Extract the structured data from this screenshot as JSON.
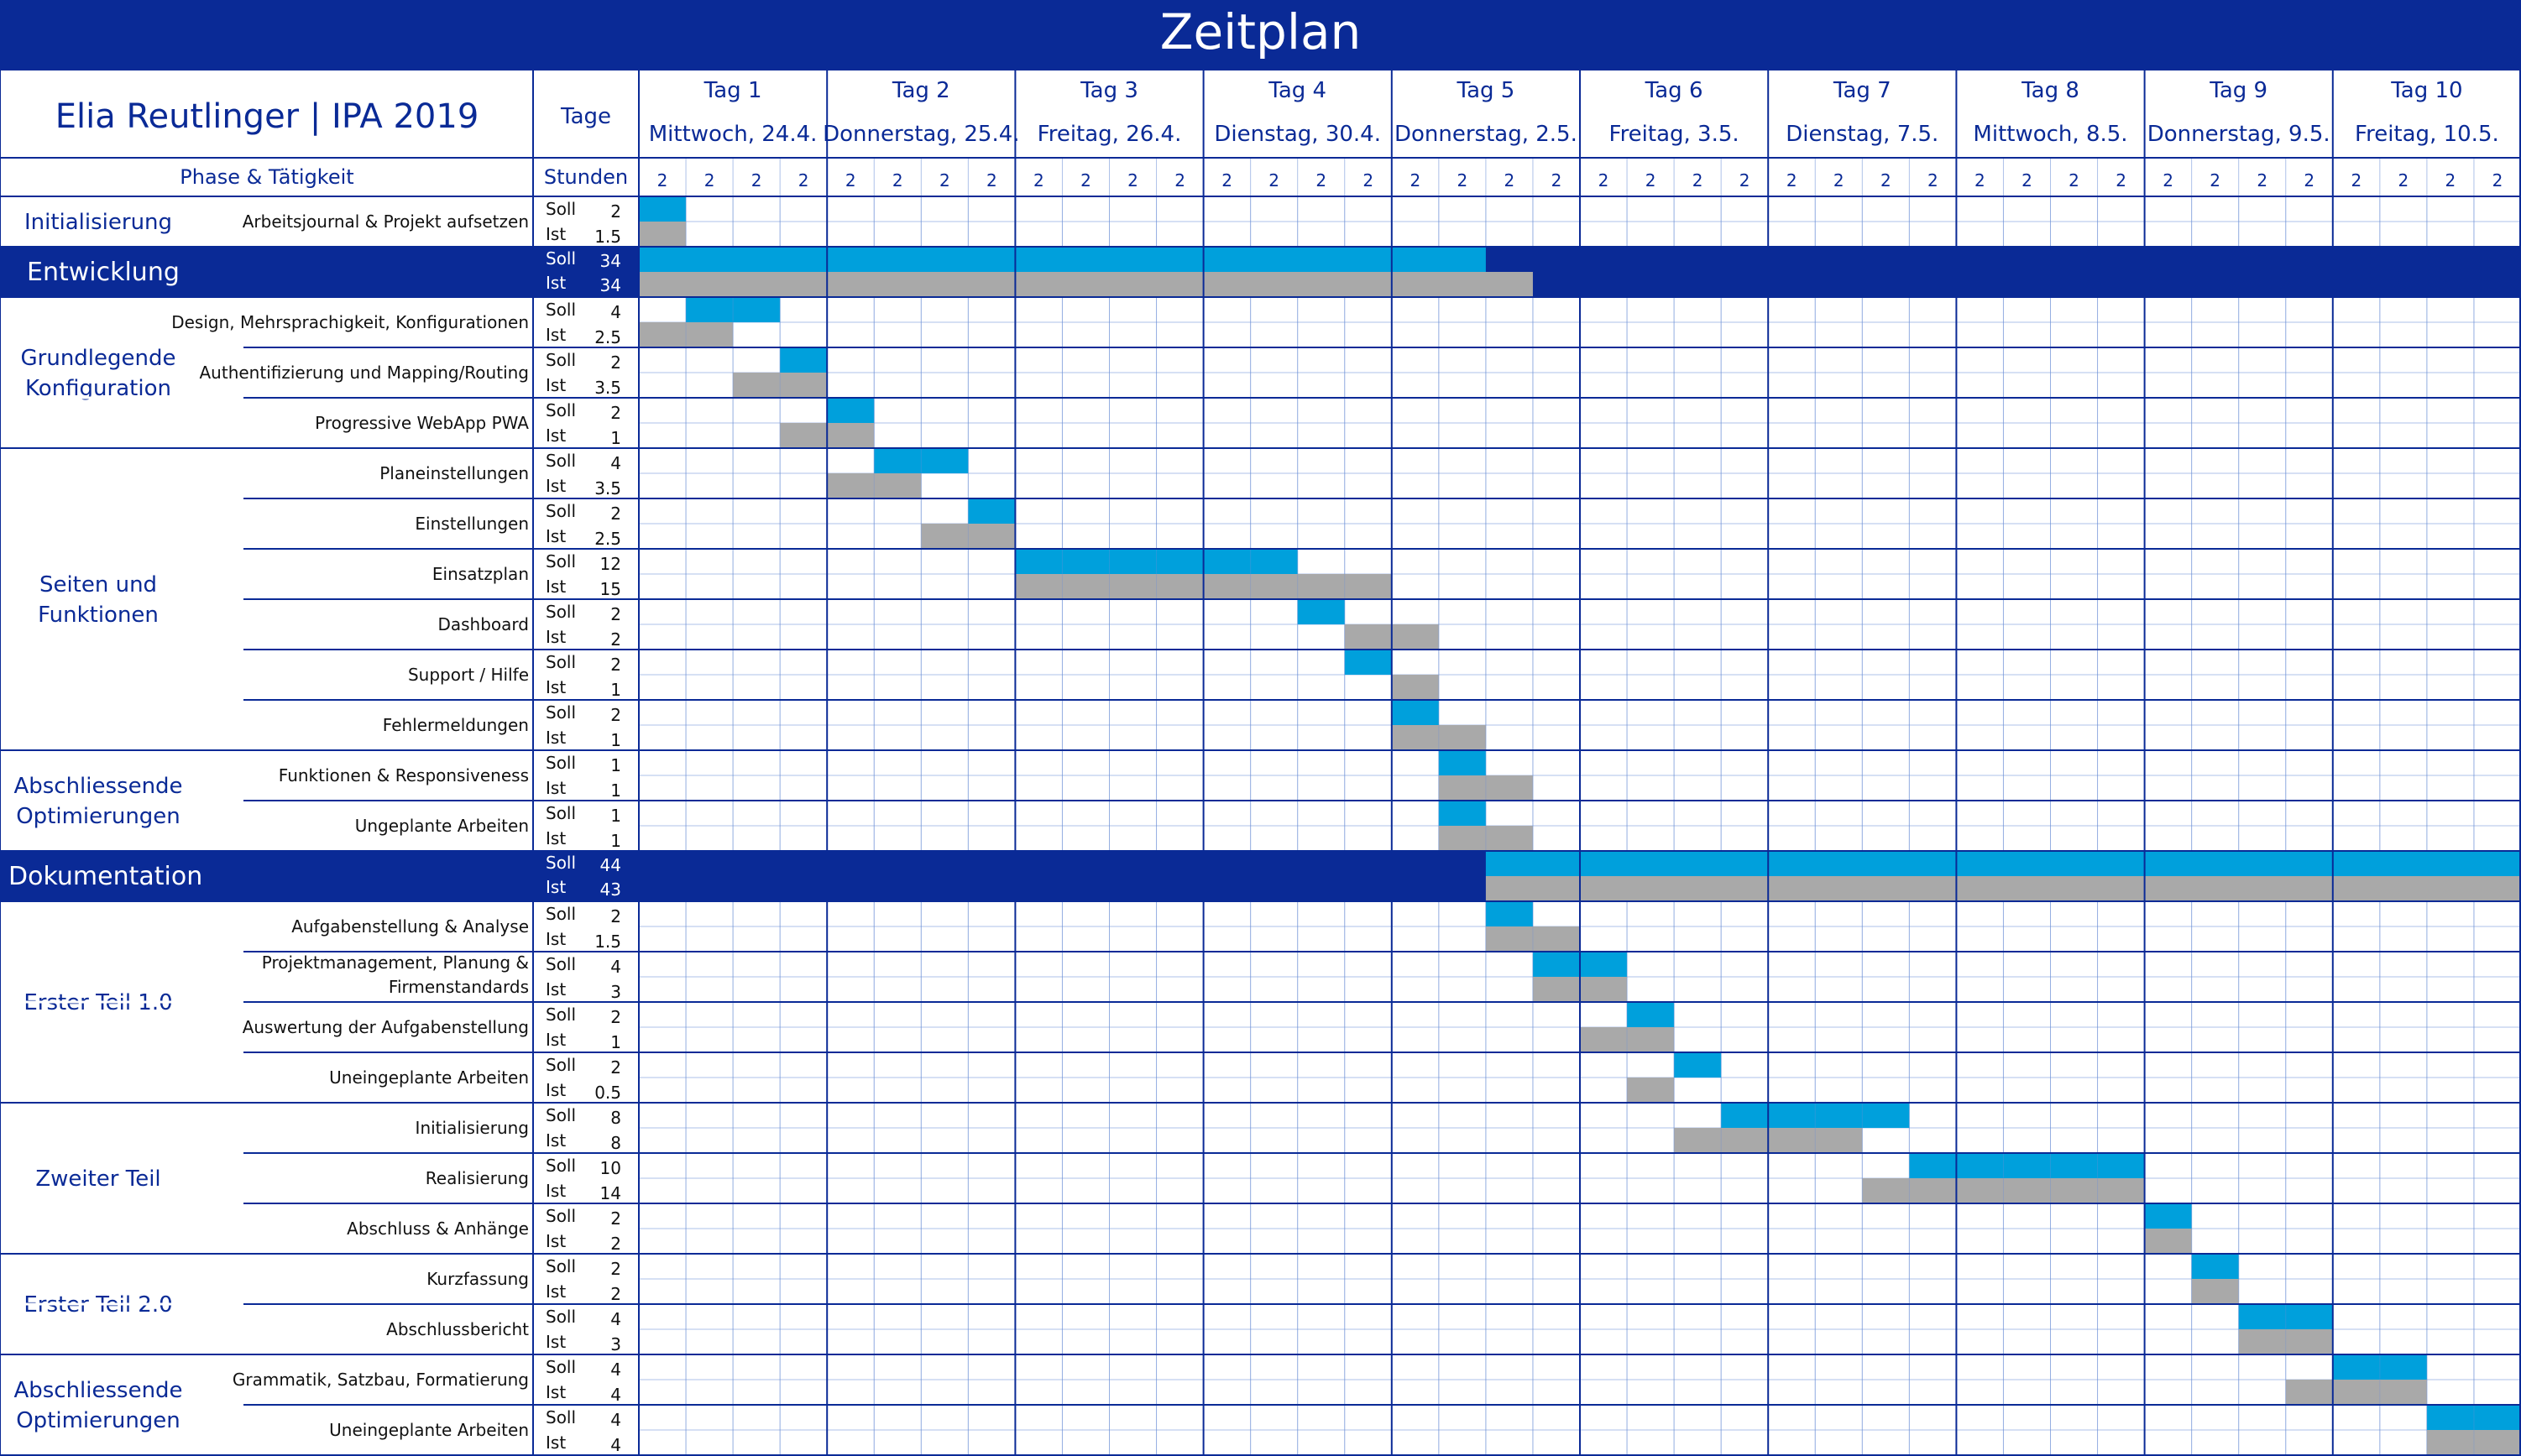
{
  "title": "Zeitplan",
  "author": "Elia Reutlinger | IPA 2019",
  "labels": {
    "tage": "Tage",
    "phase": "Phase & Tätigkeit",
    "stunden": "Stunden",
    "soll": "Soll",
    "ist": "Ist"
  },
  "days": [
    {
      "tag": "Tag 1",
      "date": "Mittwoch, 24.4.",
      "hours": [
        "2",
        "2",
        "2",
        "2"
      ]
    },
    {
      "tag": "Tag 2",
      "date": "Donnerstag, 25.4.",
      "hours": [
        "2",
        "2",
        "2",
        "2"
      ]
    },
    {
      "tag": "Tag 3",
      "date": "Freitag, 26.4.",
      "hours": [
        "2",
        "2",
        "2",
        "2"
      ]
    },
    {
      "tag": "Tag 4",
      "date": "Dienstag, 30.4.",
      "hours": [
        "2",
        "2",
        "2",
        "2"
      ]
    },
    {
      "tag": "Tag 5",
      "date": "Donnerstag, 2.5.",
      "hours": [
        "2",
        "2",
        "2",
        "2"
      ]
    },
    {
      "tag": "Tag 6",
      "date": "Freitag, 3.5.",
      "hours": [
        "2",
        "2",
        "2",
        "2"
      ]
    },
    {
      "tag": "Tag 7",
      "date": "Dienstag, 7.5.",
      "hours": [
        "2",
        "2",
        "2",
        "2"
      ]
    },
    {
      "tag": "Tag 8",
      "date": "Mittwoch, 8.5.",
      "hours": [
        "2",
        "2",
        "2",
        "2"
      ]
    },
    {
      "tag": "Tag 9",
      "date": "Donnerstag, 9.5.",
      "hours": [
        "2",
        "2",
        "2",
        "2"
      ]
    },
    {
      "tag": "Tag 10",
      "date": "Freitag, 10.5.",
      "hours": [
        "2",
        "2",
        "2",
        "2"
      ]
    }
  ],
  "colors": {
    "header_blue": "#0a2a96",
    "soll_bar": "#00a0dc",
    "ist_bar": "#a9a9a9",
    "grid": "#6b8fd6"
  },
  "rows": [
    {
      "type": "task",
      "group": "Initialisierung",
      "name": "Arbeitsjournal & Projekt aufsetzen",
      "soll": "2",
      "ist": "1.5",
      "soll_slots": [
        0,
        1
      ],
      "ist_slots": [
        0,
        1
      ]
    },
    {
      "type": "phase",
      "name": "Entwicklung",
      "soll": "34",
      "ist": "34",
      "soll_slots": [
        0,
        18
      ],
      "ist_slots": [
        0,
        19
      ]
    },
    {
      "type": "task",
      "group": "Grundlegende Konfiguration",
      "name": "Design, Mehrsprachigkeit, Konfigurationen",
      "soll": "4",
      "ist": "2.5",
      "soll_slots": [
        1,
        3
      ],
      "ist_slots": [
        0,
        2
      ]
    },
    {
      "type": "task",
      "group": "",
      "name": "Authentifizierung und Mapping/Routing",
      "soll": "2",
      "ist": "3.5",
      "soll_slots": [
        3,
        4
      ],
      "ist_slots": [
        2,
        4
      ]
    },
    {
      "type": "task",
      "group": "",
      "name": "Progressive WebApp PWA",
      "soll": "2",
      "ist": "1",
      "soll_slots": [
        4,
        5
      ],
      "ist_slots": [
        3,
        5
      ]
    },
    {
      "type": "task",
      "group": "Seiten und Funktionen",
      "name": "Planeinstellungen",
      "soll": "4",
      "ist": "3.5",
      "soll_slots": [
        5,
        7
      ],
      "ist_slots": [
        4,
        6
      ]
    },
    {
      "type": "task",
      "group": "",
      "name": "Einstellungen",
      "soll": "2",
      "ist": "2.5",
      "soll_slots": [
        7,
        8
      ],
      "ist_slots": [
        6,
        8
      ]
    },
    {
      "type": "task",
      "group": "",
      "name": "Einsatzplan",
      "soll": "12",
      "ist": "15",
      "soll_slots": [
        8,
        14
      ],
      "ist_slots": [
        8,
        16
      ]
    },
    {
      "type": "task",
      "group": "",
      "name": "Dashboard",
      "soll": "2",
      "ist": "2",
      "soll_slots": [
        14,
        15
      ],
      "ist_slots": [
        15,
        17
      ]
    },
    {
      "type": "task",
      "group": "",
      "name": "Support / Hilfe",
      "soll": "2",
      "ist": "1",
      "soll_slots": [
        15,
        16
      ],
      "ist_slots": [
        16,
        17
      ]
    },
    {
      "type": "task",
      "group": "",
      "name": "Fehlermeldungen",
      "soll": "2",
      "ist": "1",
      "soll_slots": [
        16,
        17
      ],
      "ist_slots": [
        16,
        18
      ]
    },
    {
      "type": "task",
      "group": "Abschliessende Optimierungen",
      "name": "Funktionen & Responsiveness",
      "soll": "1",
      "ist": "1",
      "soll_slots": [
        17,
        18
      ],
      "ist_slots": [
        17,
        19
      ]
    },
    {
      "type": "task",
      "group": "",
      "name": "Ungeplante Arbeiten",
      "soll": "1",
      "ist": "1",
      "soll_slots": [
        17,
        18
      ],
      "ist_slots": [
        17,
        19
      ]
    },
    {
      "type": "phase",
      "name": "Dokumentation",
      "soll": "44",
      "ist": "43",
      "soll_slots": [
        18,
        40
      ],
      "ist_slots": [
        18,
        40
      ]
    },
    {
      "type": "task",
      "group": "Erster Teil 1.0",
      "name": "Aufgabenstellung & Analyse",
      "soll": "2",
      "ist": "1.5",
      "soll_slots": [
        18,
        19
      ],
      "ist_slots": [
        18,
        20
      ]
    },
    {
      "type": "task",
      "group": "",
      "name": "Projektmanagement, Planung & Firmenstandards",
      "soll": "4",
      "ist": "3",
      "soll_slots": [
        19,
        21
      ],
      "ist_slots": [
        19,
        21
      ]
    },
    {
      "type": "task",
      "group": "",
      "name": "Auswertung der Aufgabenstellung",
      "soll": "2",
      "ist": "1",
      "soll_slots": [
        21,
        22
      ],
      "ist_slots": [
        20,
        22
      ]
    },
    {
      "type": "task",
      "group": "",
      "name": "Uneingeplante Arbeiten",
      "soll": "2",
      "ist": "0.5",
      "soll_slots": [
        22,
        23
      ],
      "ist_slots": [
        21,
        22
      ]
    },
    {
      "type": "task",
      "group": "Zweiter Teil",
      "name": "Initialisierung",
      "soll": "8",
      "ist": "8",
      "soll_slots": [
        23,
        27
      ],
      "ist_slots": [
        22,
        26
      ]
    },
    {
      "type": "task",
      "group": "",
      "name": "Realisierung",
      "soll": "10",
      "ist": "14",
      "soll_slots": [
        27,
        32
      ],
      "ist_slots": [
        26,
        32
      ]
    },
    {
      "type": "task",
      "group": "",
      "name": "Abschluss & Anhänge",
      "soll": "2",
      "ist": "2",
      "soll_slots": [
        32,
        33
      ],
      "ist_slots": [
        32,
        33
      ]
    },
    {
      "type": "task",
      "group": "Erster Teil 2.0",
      "name": "Kurzfassung",
      "soll": "2",
      "ist": "2",
      "soll_slots": [
        33,
        34
      ],
      "ist_slots": [
        33,
        34
      ]
    },
    {
      "type": "task",
      "group": "",
      "name": "Abschlussbericht",
      "soll": "4",
      "ist": "3",
      "soll_slots": [
        34,
        36
      ],
      "ist_slots": [
        34,
        36
      ]
    },
    {
      "type": "task",
      "group": "Abschliessende Optimierungen",
      "name": "Grammatik, Satzbau, Formatierung",
      "soll": "4",
      "ist": "4",
      "soll_slots": [
        36,
        38
      ],
      "ist_slots": [
        35,
        38
      ]
    },
    {
      "type": "task",
      "group": "",
      "name": "Uneingeplante Arbeiten",
      "soll": "4",
      "ist": "4",
      "soll_slots": [
        38,
        40
      ],
      "ist_slots": [
        38,
        40
      ]
    }
  ]
}
